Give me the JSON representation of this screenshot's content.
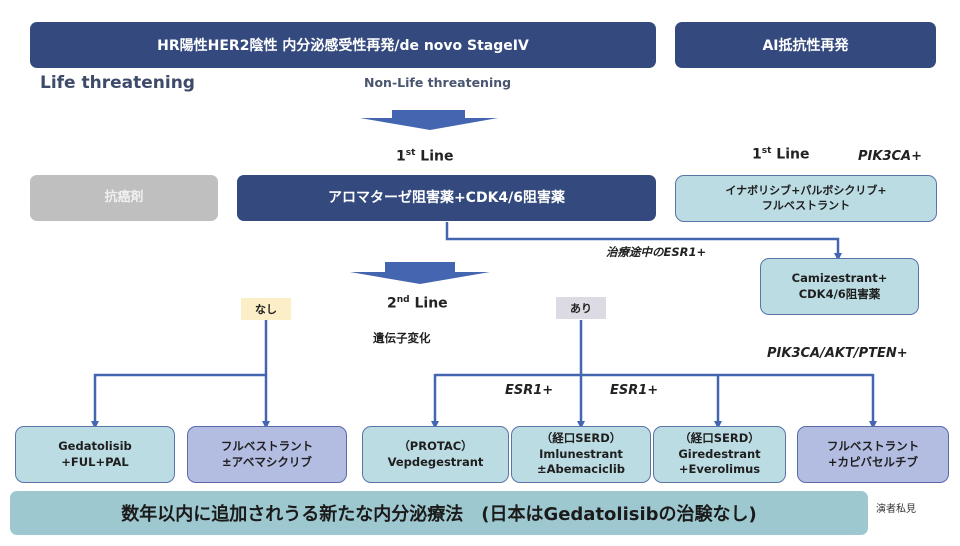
{
  "header": {
    "main_title": "HR陽性HER2陰性 内分泌感受性再発/de novo StageIV",
    "ai_resistant_title": "AI抵抗性再発"
  },
  "labels": {
    "life_threatening": "Life threatening",
    "non_life_threatening": "Non-Life threatening",
    "first_line_main": {
      "num": "1",
      "sup": "st",
      "text": " Line"
    },
    "first_line_ai": {
      "num": "1",
      "sup": "st",
      "text": " Line"
    },
    "pik3ca_plus": "PIK3CA+",
    "esr1_during_treatment": "治療途中のESR1+",
    "second_line": {
      "num": "2",
      "sup": "nd",
      "text": " Line"
    },
    "gene_alteration": "遺伝子変化",
    "pik3ca_akt_pten": "PIK3CA/AKT/PTEN+",
    "esr1_plus_a": "ESR1+",
    "esr1_plus_b": "ESR1+",
    "authors_opinion": "演者私見"
  },
  "tags": {
    "none": "なし",
    "present": "あり"
  },
  "first_line_boxes": {
    "chemo": "抗癌剤",
    "ai_cdk": "アロマターゼ阻害薬+CDK4/6阻害薬",
    "inavolisib": "イナボリシブ+パルボシクリブ+\nフルベストラント",
    "camizestrant": "Camizestrant+\nCDK4/6阻害薬"
  },
  "second_line_boxes": [
    {
      "text": "Gedatolisib\n+FUL+PAL",
      "style": "light"
    },
    {
      "text": "フルベストラント\n±アベマシクリブ",
      "style": "lavender"
    },
    {
      "text": "（PROTAC）\nVepdegestrant",
      "style": "light"
    },
    {
      "text": "（経口SERD）\nImlunestrant\n±Abemaciclib",
      "style": "light"
    },
    {
      "text": "（経口SERD）\nGiredestrant\n+Everolimus",
      "style": "light"
    },
    {
      "text": "フルベストラント\n+カピバセルチブ",
      "style": "lavender"
    }
  ],
  "footer_banner": "数年以内に追加されうる新たな内分泌療法　(日本はGedatolisibの治験なし)",
  "colors": {
    "header_navy": "#344a7e",
    "connector_blue": "#4466b0",
    "box_light_teal": "#bcdce3",
    "box_lavender": "#b3bde2",
    "chemo_gray": "#bfbfbf",
    "tag_none_bg": "#fcefc8",
    "tag_present_bg": "#dcdae3",
    "banner_teal": "#9ec8d0"
  }
}
